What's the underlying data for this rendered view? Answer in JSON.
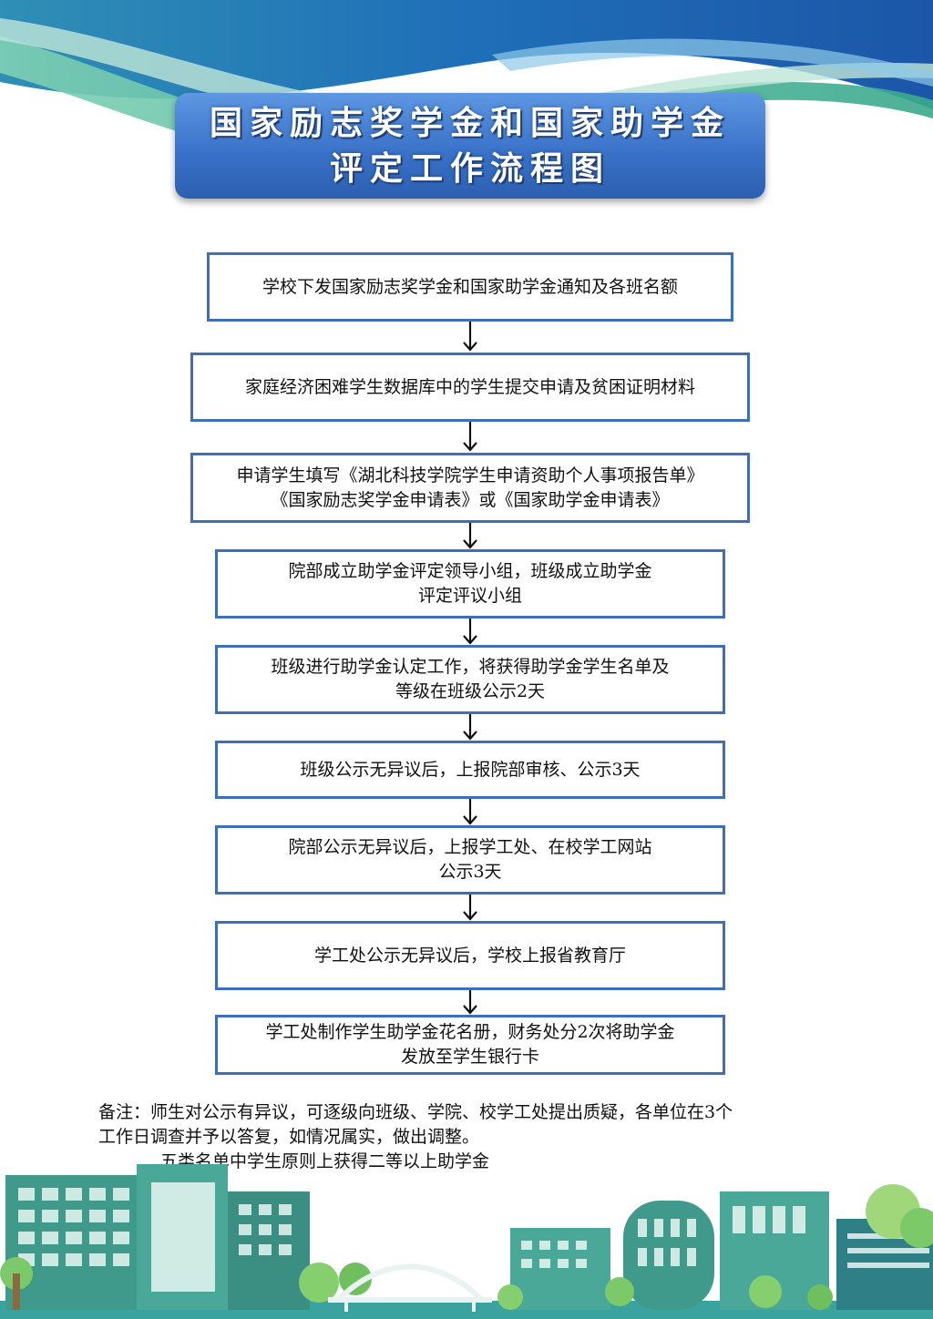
{
  "title": {
    "line1": "国家励志奖学金和国家助学金",
    "line2": "评定工作流程图"
  },
  "steps": [
    {
      "lines": [
        "学校下发国家励志奖学金和国家助学金通知及各班名额"
      ]
    },
    {
      "lines": [
        "家庭经济困难学生数据库中的学生提交申请及贫困证明材料"
      ]
    },
    {
      "lines": [
        "申请学生填写《湖北科技学院学生申请资助个人事项报告单》",
        "《国家励志奖学金申请表》或《国家助学金申请表》"
      ]
    },
    {
      "lines": [
        "院部成立助学金评定领导小组，班级成立助学金",
        "评定评议小组"
      ]
    },
    {
      "lines": [
        "班级进行助学金认定工作，将获得助学金学生名单及",
        "等级在班级公示2天"
      ]
    },
    {
      "lines": [
        "班级公示无异议后，上报院部审核、公示3天"
      ]
    },
    {
      "lines": [
        "院部公示无异议后，上报学工处、在校学工网站",
        "公示3天"
      ]
    },
    {
      "lines": [
        "学工处公示无异议后，学校上报省教育厅"
      ]
    },
    {
      "lines": [
        "学工处制作学生助学金花名册，财务处分2次将助学金",
        "发放至学生银行卡"
      ]
    }
  ],
  "notes": {
    "line1": "备注：师生对公示有异议，可逐级向班级、学院、校学工处提出质疑，各单位在3个",
    "line2": "工作日调查并予以答复，如情况属实，做出调整。",
    "line3": "五类名单中学生原则上获得二等以上助学金"
  },
  "colors": {
    "banner": "#3a73c9",
    "box_border": "#3d6fb8",
    "wave_green": "#5cc2a0",
    "wave_blue": "#2a6fc0"
  }
}
